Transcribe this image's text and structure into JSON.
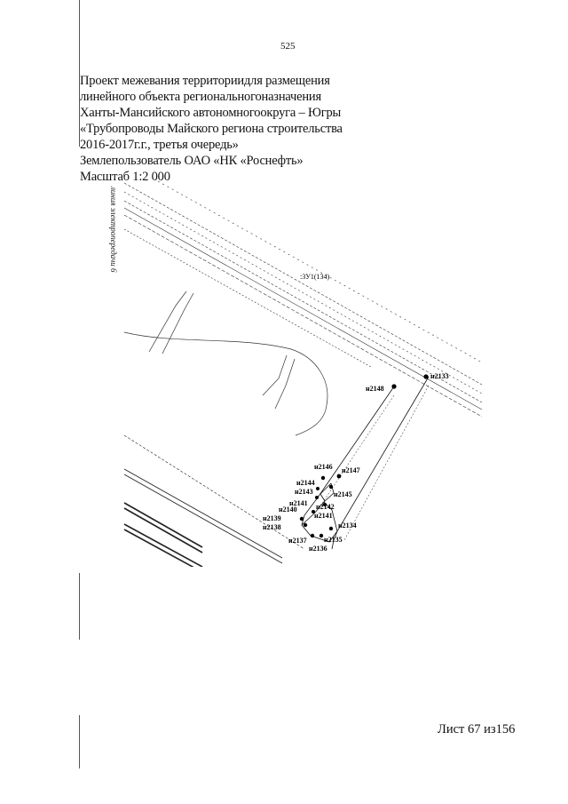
{
  "page": {
    "number": "525"
  },
  "header": {
    "lines": [
      "Проект межевания территориидля размещения",
      "линейного объекта региональногоназначения",
      "Ханты-Мансийского автономногоокруга – Югры",
      "«Трубопроводы Майского региона строительства",
      "2016-2017г.г., третья очередь»",
      "Землепользователь ОАО «НК «Роснефть»",
      "Масштаб 1:2 000"
    ]
  },
  "map": {
    "side_label": "линия электропередачи 6",
    "parcel_label": ":3У1(134)",
    "points": [
      {
        "id": "н2133"
      },
      {
        "id": "н2134"
      },
      {
        "id": "н2135"
      },
      {
        "id": "н2136"
      },
      {
        "id": "н2137"
      },
      {
        "id": "н2138"
      },
      {
        "id": "н2139"
      },
      {
        "id": "н2140"
      },
      {
        "id": "н2141"
      },
      {
        "id": "н2142"
      },
      {
        "id": "н2143"
      },
      {
        "id": "н2144"
      },
      {
        "id": "н2145"
      },
      {
        "id": "н2146"
      },
      {
        "id": "н2147"
      },
      {
        "id": "н2148"
      }
    ]
  },
  "footer": {
    "sheet": "Лист 67 из156"
  }
}
